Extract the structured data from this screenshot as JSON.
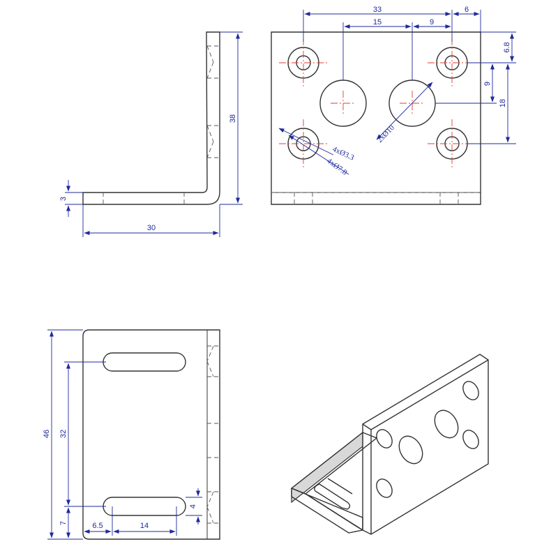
{
  "colors": {
    "outline": "#333333",
    "dimension": "#1e2a9a",
    "centerline": "#e33b2e"
  },
  "side_view": {
    "dim_height": "38",
    "dim_thickness": "3",
    "dim_base_length": "30"
  },
  "front_view": {
    "dim_hole_span": "33",
    "dim_edge_offset": "6",
    "dim_large_hole_spacing": "15",
    "dim_large_hole_to_small": "9",
    "dim_top_offset": "6.8",
    "dim_vertical_small": "9",
    "dim_vertical_large": "18",
    "note_large_holes": "2xØ10",
    "note_small_holes": "4xØ3.3",
    "note_counterbore": "4xØ7.8"
  },
  "top_view": {
    "dim_width": "46",
    "dim_slot_spacing": "32",
    "dim_slot_offset": "7",
    "dim_slot_start": "6.5",
    "dim_slot_length": "14",
    "dim_slot_width": "4"
  },
  "iso_view": {
    "icon": "l-bracket-isometric-icon"
  }
}
